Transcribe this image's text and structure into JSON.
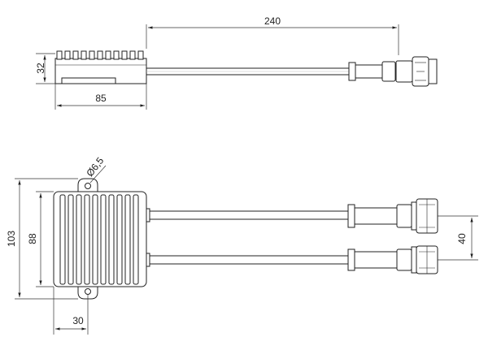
{
  "drawing": {
    "top_view": {
      "dim_length": "240",
      "dim_height": "32",
      "dim_body_length": "85"
    },
    "front_view": {
      "dim_hole": "Ø6,5",
      "dim_total_height": "103",
      "dim_body_height": "88",
      "dim_tab_width": "30",
      "dim_cable_spacing": "40"
    }
  }
}
